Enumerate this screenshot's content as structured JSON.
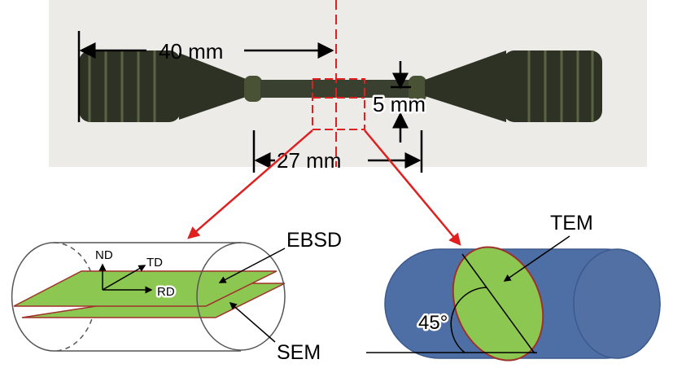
{
  "dimensions": {
    "length": "40 mm",
    "diameter": "5 mm",
    "gauge_length": "27 mm"
  },
  "left_panel": {
    "axes": {
      "nd": "ND",
      "td": "TD",
      "rd": "RD"
    },
    "labels": {
      "ebsd": "EBSD",
      "sem": "SEM"
    }
  },
  "right_panel": {
    "labels": {
      "tem": "TEM",
      "angle": "45°"
    }
  },
  "colors": {
    "red": "#e02020",
    "plane_green": "#8cc751",
    "cylinder_blue": "#4e6fa5",
    "specimen": "#2a2e22"
  }
}
